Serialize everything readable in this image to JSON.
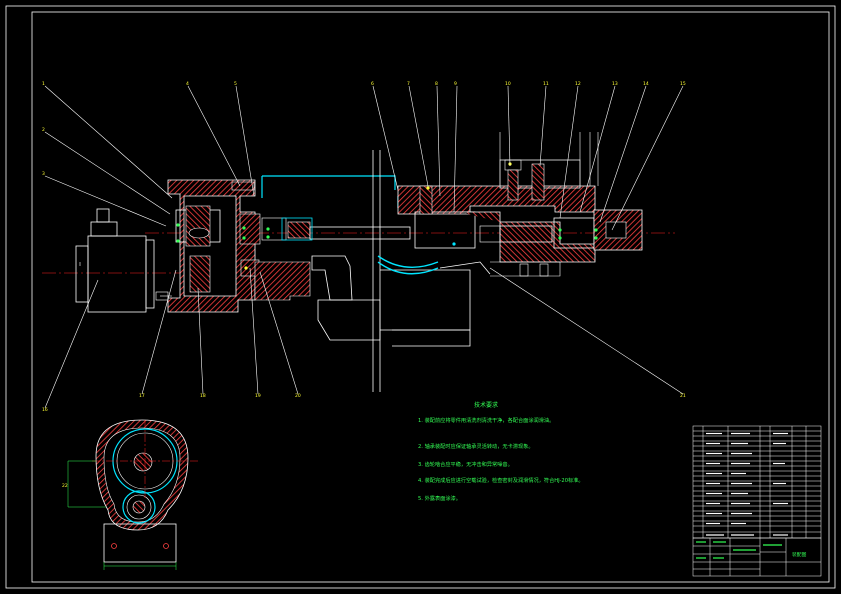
{
  "balloon_labels": [
    "1",
    "2",
    "3",
    "4",
    "5",
    "6",
    "7",
    "8",
    "9",
    "10",
    "11",
    "12",
    "13",
    "14",
    "15",
    "16",
    "17",
    "18",
    "19",
    "20",
    "21",
    "22"
  ],
  "technical_requirements": {
    "title": "技术要求",
    "items": [
      "1. 装配前应将零件用清洗剂清洗干净，各配合面涂润滑油。",
      "2. 轴承装配时应保证轴承灵活转动，无卡滞现象。",
      "3. 齿轮啮合应平稳，无冲击和异常噪音。",
      "4. 装配完成后应进行空载试验，检查密封及润滑情况，符合HJ-20标准。",
      "5. 外露表面涂漆。"
    ]
  },
  "title_block": {
    "drawing_name": "装配图"
  },
  "colors": {
    "background": "#000000",
    "frame": "#ffffff",
    "section_fill": "#ff4040",
    "centerline": "#ff2020",
    "cyan_accent": "#00e5ff",
    "green_accent": "#33ff55",
    "yellow_accent": "#ffff33"
  }
}
